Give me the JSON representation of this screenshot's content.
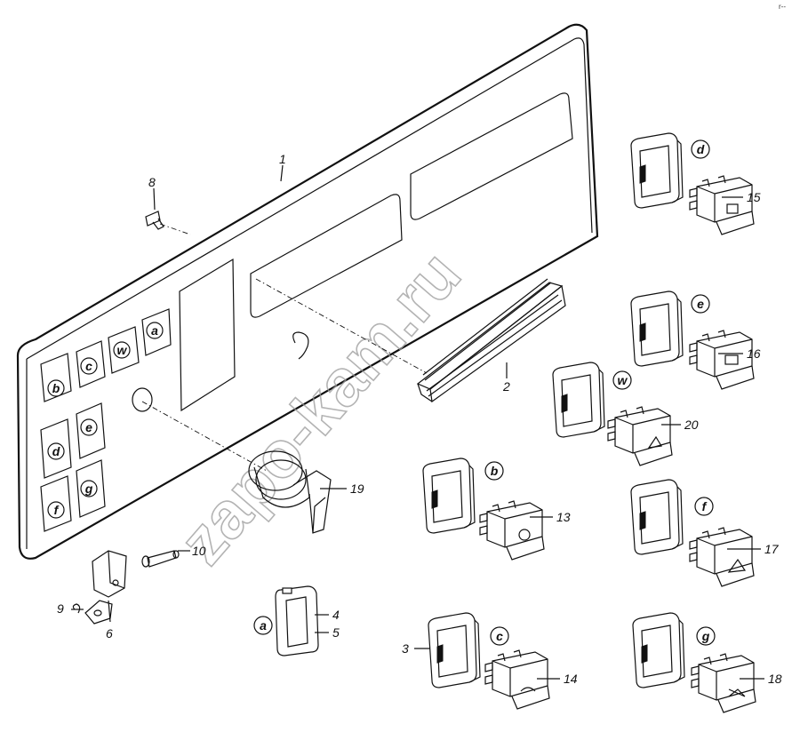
{
  "watermark": "zapo-kam.ru",
  "corner_mark": "r--",
  "callouts": [
    "1",
    "2",
    "3",
    "4",
    "5",
    "6",
    "8",
    "9",
    "10",
    "13",
    "14",
    "15",
    "16",
    "17",
    "18",
    "19",
    "20"
  ],
  "panel_badges": [
    "a",
    "w",
    "c",
    "b",
    "d",
    "e",
    "f",
    "g"
  ],
  "switch_badges": [
    "d",
    "e",
    "w",
    "b",
    "f",
    "a",
    "c",
    "g"
  ]
}
